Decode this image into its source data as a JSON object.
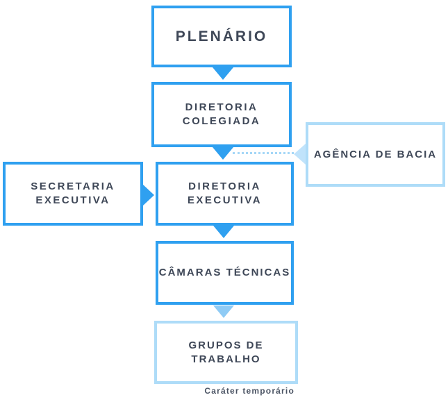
{
  "colors": {
    "primary_blue": "#2FA0F0",
    "light_blue": "#AEDCF8",
    "pale_blue": "#C0E3FB",
    "arrow_light_blue": "#8FCBF5",
    "dotted_blue": "#A5D7F7",
    "text_dark": "#3E4757",
    "caption_gray": "#4A5363"
  },
  "org_chart": {
    "nodes": {
      "plenario": {
        "label": "PLENÁRIO"
      },
      "diretoria_colegiada": {
        "line1": "DIRETORIA",
        "line2": "COLEGIADA"
      },
      "agencia_bacia": {
        "label": "AGÊNCIA DE BACIA"
      },
      "secretaria_executiva": {
        "line1": "SECRETARIA",
        "line2": "EXECUTIVA"
      },
      "diretoria_executiva": {
        "line1": "DIRETORIA",
        "line2": "EXECUTIVA"
      },
      "camaras_tecnicas": {
        "label": "CÂMARAS TÉCNICAS"
      },
      "grupos_trabalho": {
        "label": "GRUPOS DE TRABALHO"
      }
    },
    "caption": "Caráter temporário"
  }
}
